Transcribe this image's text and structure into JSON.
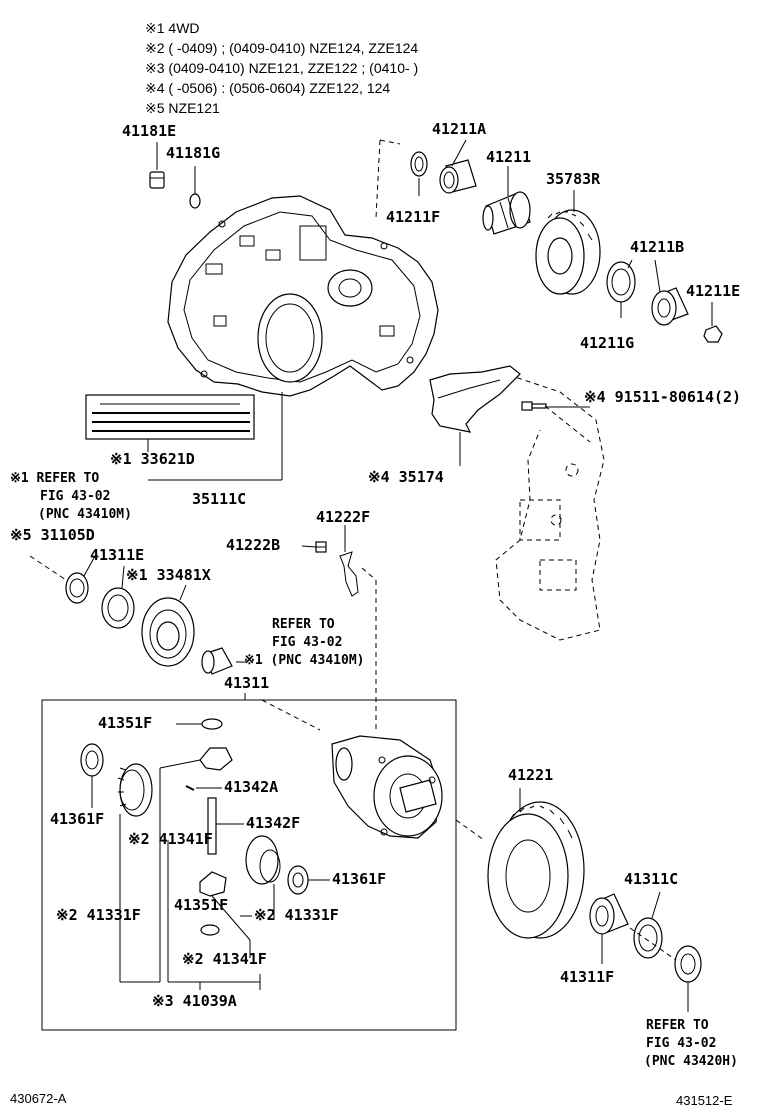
{
  "notes": [
    "※1 4WD",
    "※2 ( -0409) ; (0409-0410) NZE124, ZZE124",
    "※3 (0409-0410) NZE121, ZZE122 ; (0410- )",
    "※4 ( -0506) : (0506-0604) ZZE122, 124",
    "※5 NZE121"
  ],
  "labels": {
    "p41181E": "41181E",
    "p41181G": "41181G",
    "p41211A": "41211A",
    "p41211": "41211",
    "p35783R": "35783R",
    "p41211F": "41211F",
    "p41211B": "41211B",
    "p41211E": "41211E",
    "p41211G": "41211G",
    "p91511": "※4 91511-80614(2)",
    "p35174": "※4 35174",
    "p33621D": "※1 33621D",
    "p35111C": "35111C",
    "ref1a": "※1 REFER TO",
    "ref1b": "FIG 43-02",
    "ref1c": "(PNC 43410M)",
    "p31105D": "※5 31105D",
    "p41311E": "41311E",
    "p33481X": "※1 33481X",
    "p41222F": "41222F",
    "p41222B": "41222B",
    "ref2a": "REFER TO",
    "ref2b": "FIG 43-02",
    "ref2c": "※1 (PNC 43410M)",
    "p41311": "41311",
    "p41351Fa": "41351F",
    "p41342A": "41342A",
    "p41361Fa": "41361F",
    "p41342F": "41342F",
    "p41341Fa": "※2 41341F",
    "p41361Fb": "41361F",
    "p41221": "41221",
    "p41331Fa": "※2 41331F",
    "p41351Fb": "41351F",
    "p41331Fb": "※2 41331F",
    "p41341Fb": "※2 41341F",
    "p41039A": "※3 41039A",
    "p41311C": "41311C",
    "p41311F": "41311F",
    "ref3a": "REFER TO",
    "ref3b": "FIG 43-02",
    "ref3c": "(PNC 43420H)"
  },
  "footer": {
    "left": "430672-A",
    "right": "431512-E"
  }
}
